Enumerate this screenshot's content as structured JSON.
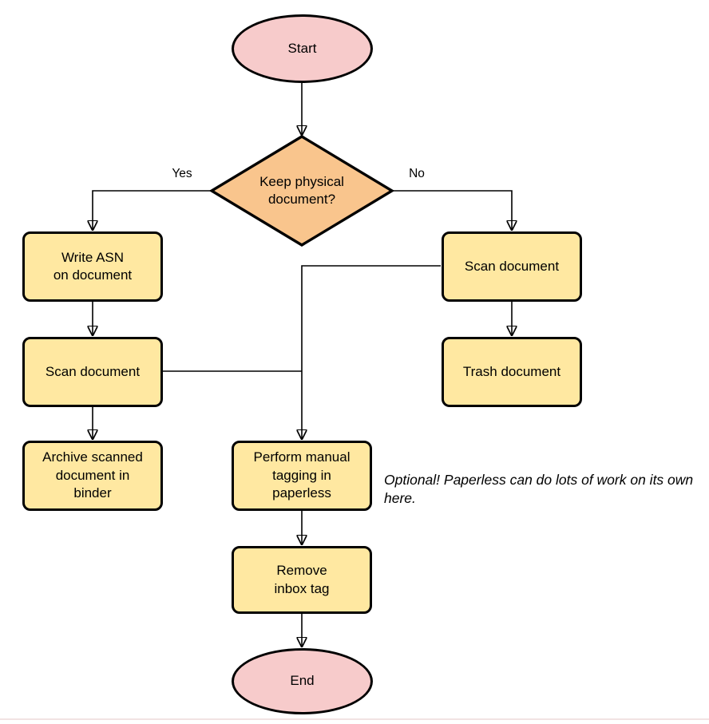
{
  "diagram": {
    "kind": "flowchart",
    "nodes": {
      "start": {
        "label": "Start",
        "shape": "terminator"
      },
      "decision": {
        "label": "Keep physical\ndocument?",
        "shape": "diamond"
      },
      "write_asn": {
        "label": "Write ASN\non document",
        "shape": "process"
      },
      "scan_left": {
        "label": "Scan document",
        "shape": "process"
      },
      "archive": {
        "label": "Archive scanned\ndocument in\nbinder",
        "shape": "process"
      },
      "scan_right": {
        "label": "Scan document",
        "shape": "process"
      },
      "trash": {
        "label": "Trash document",
        "shape": "process"
      },
      "tagging": {
        "label": "Perform manual\ntagging in\npaperless",
        "shape": "process"
      },
      "remove_inbox": {
        "label": "Remove\ninbox tag",
        "shape": "process"
      },
      "end": {
        "label": "End",
        "shape": "terminator"
      }
    },
    "edge_labels": {
      "yes": "Yes",
      "no": "No"
    },
    "note": "Optional! Paperless can do lots of work on its own here.",
    "colors": {
      "terminator_fill": "#F7CBCB",
      "decision_fill": "#F9C58D",
      "process_fill": "#FFE8A1",
      "stroke": "#000000",
      "bottom_line": "#F1E3E3"
    }
  }
}
